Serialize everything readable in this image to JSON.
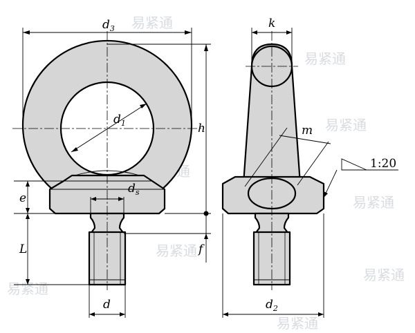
{
  "labels": {
    "d3": {
      "main": "d",
      "sub": "3"
    },
    "d1": {
      "main": "d",
      "sub": "1"
    },
    "ds": {
      "main": "d",
      "sub": "s"
    },
    "d": "d",
    "d2": {
      "main": "d",
      "sub": "2"
    },
    "h": "h",
    "e": "e",
    "L": "L",
    "f": "f",
    "k": "k",
    "m": "m",
    "taper": "1:20"
  },
  "watermark": "易紧通"
}
